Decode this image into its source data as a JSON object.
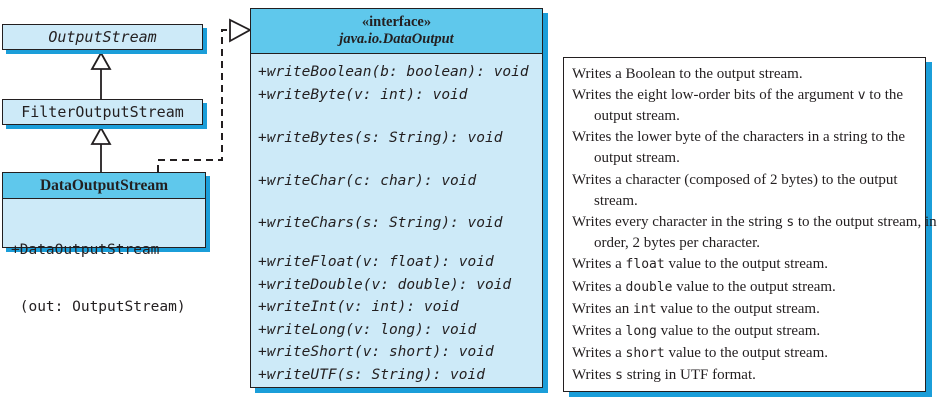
{
  "colors": {
    "fill_light": "#cdeaf8",
    "fill_medium": "#5fc8ec",
    "shadow_blue": "#1b9ed9",
    "line_black": "#231f20"
  },
  "classes": {
    "output_stream": {
      "label": "OutputStream"
    },
    "filter_output_stream": {
      "label": "FilterOutputStream"
    },
    "data_output_stream": {
      "label": "DataOutputStream",
      "constructor_line1": "+DataOutputStream",
      "constructor_line2": " (out: OutputStream)"
    }
  },
  "interface_box": {
    "stereotype": "«interface»",
    "name": "java.io.DataOutput",
    "methods": [
      "+writeBoolean(b: boolean): void",
      "+writeByte(v: int): void",
      "+writeBytes(s: String): void",
      "+writeChar(c: char): void",
      "+writeChars(s: String): void",
      "+writeFloat(v: float): void",
      "+writeDouble(v: double): void",
      "+writeInt(v: int): void",
      "+writeLong(v: long): void",
      "+writeShort(v: short): void",
      "+writeUTF(s: String): void"
    ]
  },
  "descriptions": [
    "Writes a Boolean to the output stream.",
    "Writes the eight low-order bits of the argument `v` to the output stream.",
    "Writes the lower byte of the characters in a string to the output stream.",
    "Writes a character (composed of 2 bytes) to the output stream.",
    "Writes every character in the string `s` to the output stream, in order, 2 bytes per character.",
    "Writes a `float` value to the output stream.",
    "Writes a `double` value to the output stream.",
    "Writes an `int` value to the output stream.",
    "Writes a `long` value to the output stream.",
    "Writes a `short` value to the output stream.",
    "Writes `s` string in UTF format."
  ]
}
